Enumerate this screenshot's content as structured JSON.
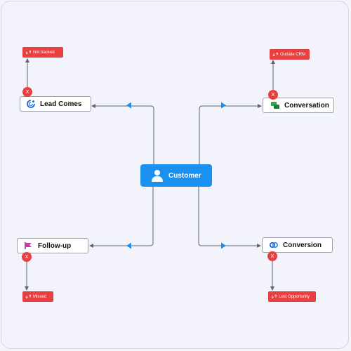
{
  "center": {
    "label": "Customer",
    "icon": "user-icon",
    "color": "#1a90f0"
  },
  "nodes": {
    "lead": {
      "label": "Lead Comes",
      "icon": "lead-source-icon"
    },
    "conversation": {
      "label": "Conversation",
      "icon": "chat-icon"
    },
    "followup": {
      "label": "Follow-up",
      "icon": "follow-up-icon"
    },
    "conversion": {
      "label": "Conversion",
      "icon": "conversion-icon"
    }
  },
  "tags": {
    "lead": "Not tracked",
    "conversation": "Outside CRM",
    "followup": "Missed",
    "conversion": "Lost Opportunity"
  },
  "x_label": "X",
  "colors": {
    "accent": "#1a90f0",
    "warning": "#e8403f",
    "line": "#5f6470"
  }
}
